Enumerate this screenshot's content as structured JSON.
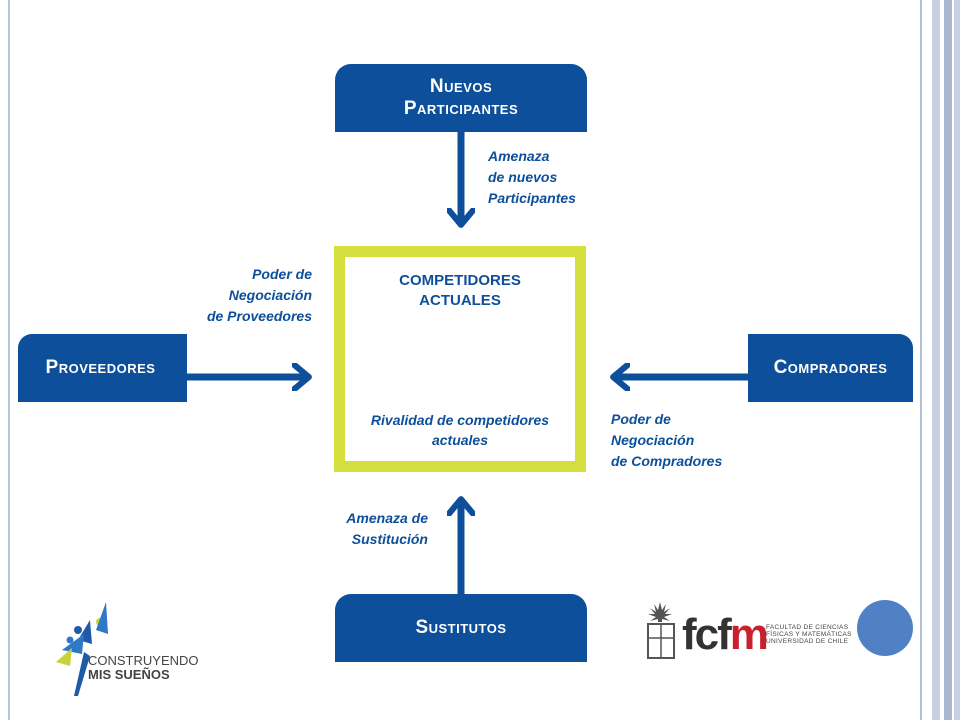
{
  "boxes": {
    "nuevos": "Nuevos\nParticipantes",
    "proveedores": "Proveedores",
    "compradores": "Compradores",
    "sustitutos": "Sustitutos"
  },
  "center": {
    "title": "COMPETIDORES\nACTUALES",
    "subtitle": "Rivalidad de competidores\nactuales"
  },
  "labels": {
    "nuevos": "Amenaza\nde nuevos\nParticipantes",
    "proveedores": "Poder de\nNegociación\nde Proveedores",
    "compradores": "Poder de\nNegociación\nde Compradores",
    "sustitutos": "Amenaza de\nSustitución"
  },
  "logos": {
    "left_line1": "CONSTRUYENDO",
    "left_line2": "MIS SUEÑOS",
    "right_word_a": "fcf",
    "right_word_b": "m",
    "right_small": "FACULTAD DE CIENCIAS\nFÍSICAS Y MATEMÁTICAS\nUNIVERSIDAD DE CHILE"
  },
  "colors": {
    "primary": "#0d4f9a",
    "accent": "#d4df3e",
    "dot": "#4f81c4"
  }
}
